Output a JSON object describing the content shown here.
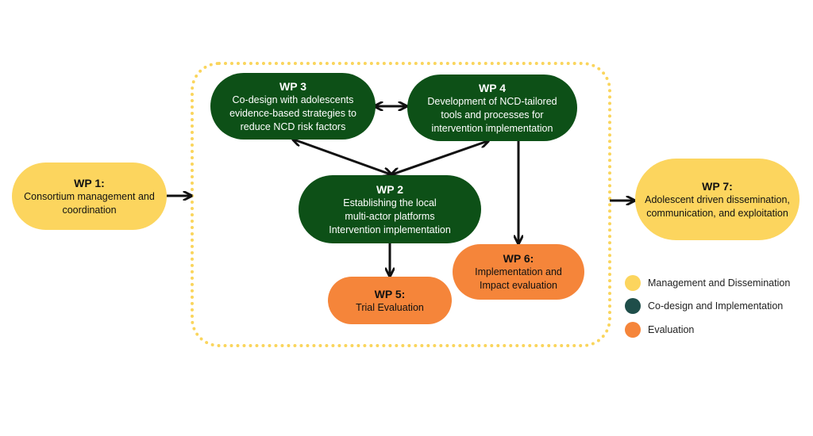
{
  "nodes": {
    "wp1": {
      "title": "WP 1:",
      "lines": [
        "Consortium management and",
        "coordination"
      ]
    },
    "wp2": {
      "title": "WP 2",
      "lines": [
        "Establishing the local",
        "multi-actor platforms",
        "Intervention implementation"
      ]
    },
    "wp3": {
      "title": "WP 3",
      "lines": [
        "Co-design with adolescents",
        "evidence-based strategies to",
        "reduce NCD risk factors"
      ]
    },
    "wp4": {
      "title": "WP 4",
      "lines": [
        "Development of NCD-tailored",
        "tools and processes for",
        "intervention implementation"
      ]
    },
    "wp5": {
      "title": "WP 5:",
      "lines": [
        "Trial Evaluation"
      ]
    },
    "wp6": {
      "title": "WP 6:",
      "lines": [
        "Implementation and",
        "Impact evaluation"
      ]
    },
    "wp7": {
      "title": "WP 7:",
      "lines": [
        "Adolescent driven dissemination,",
        "communication, and exploitation"
      ]
    }
  },
  "legend": [
    {
      "label": "Management and Dissemination",
      "color": "#fcd55e"
    },
    {
      "label": "Co-design and Implementation",
      "color": "#1f4e4a"
    },
    {
      "label": "Evaluation",
      "color": "#f5853a"
    }
  ],
  "colors": {
    "green": "#0d5017",
    "yellow": "#fcd55e",
    "orange": "#f5853a",
    "frame": "#fad55c"
  }
}
